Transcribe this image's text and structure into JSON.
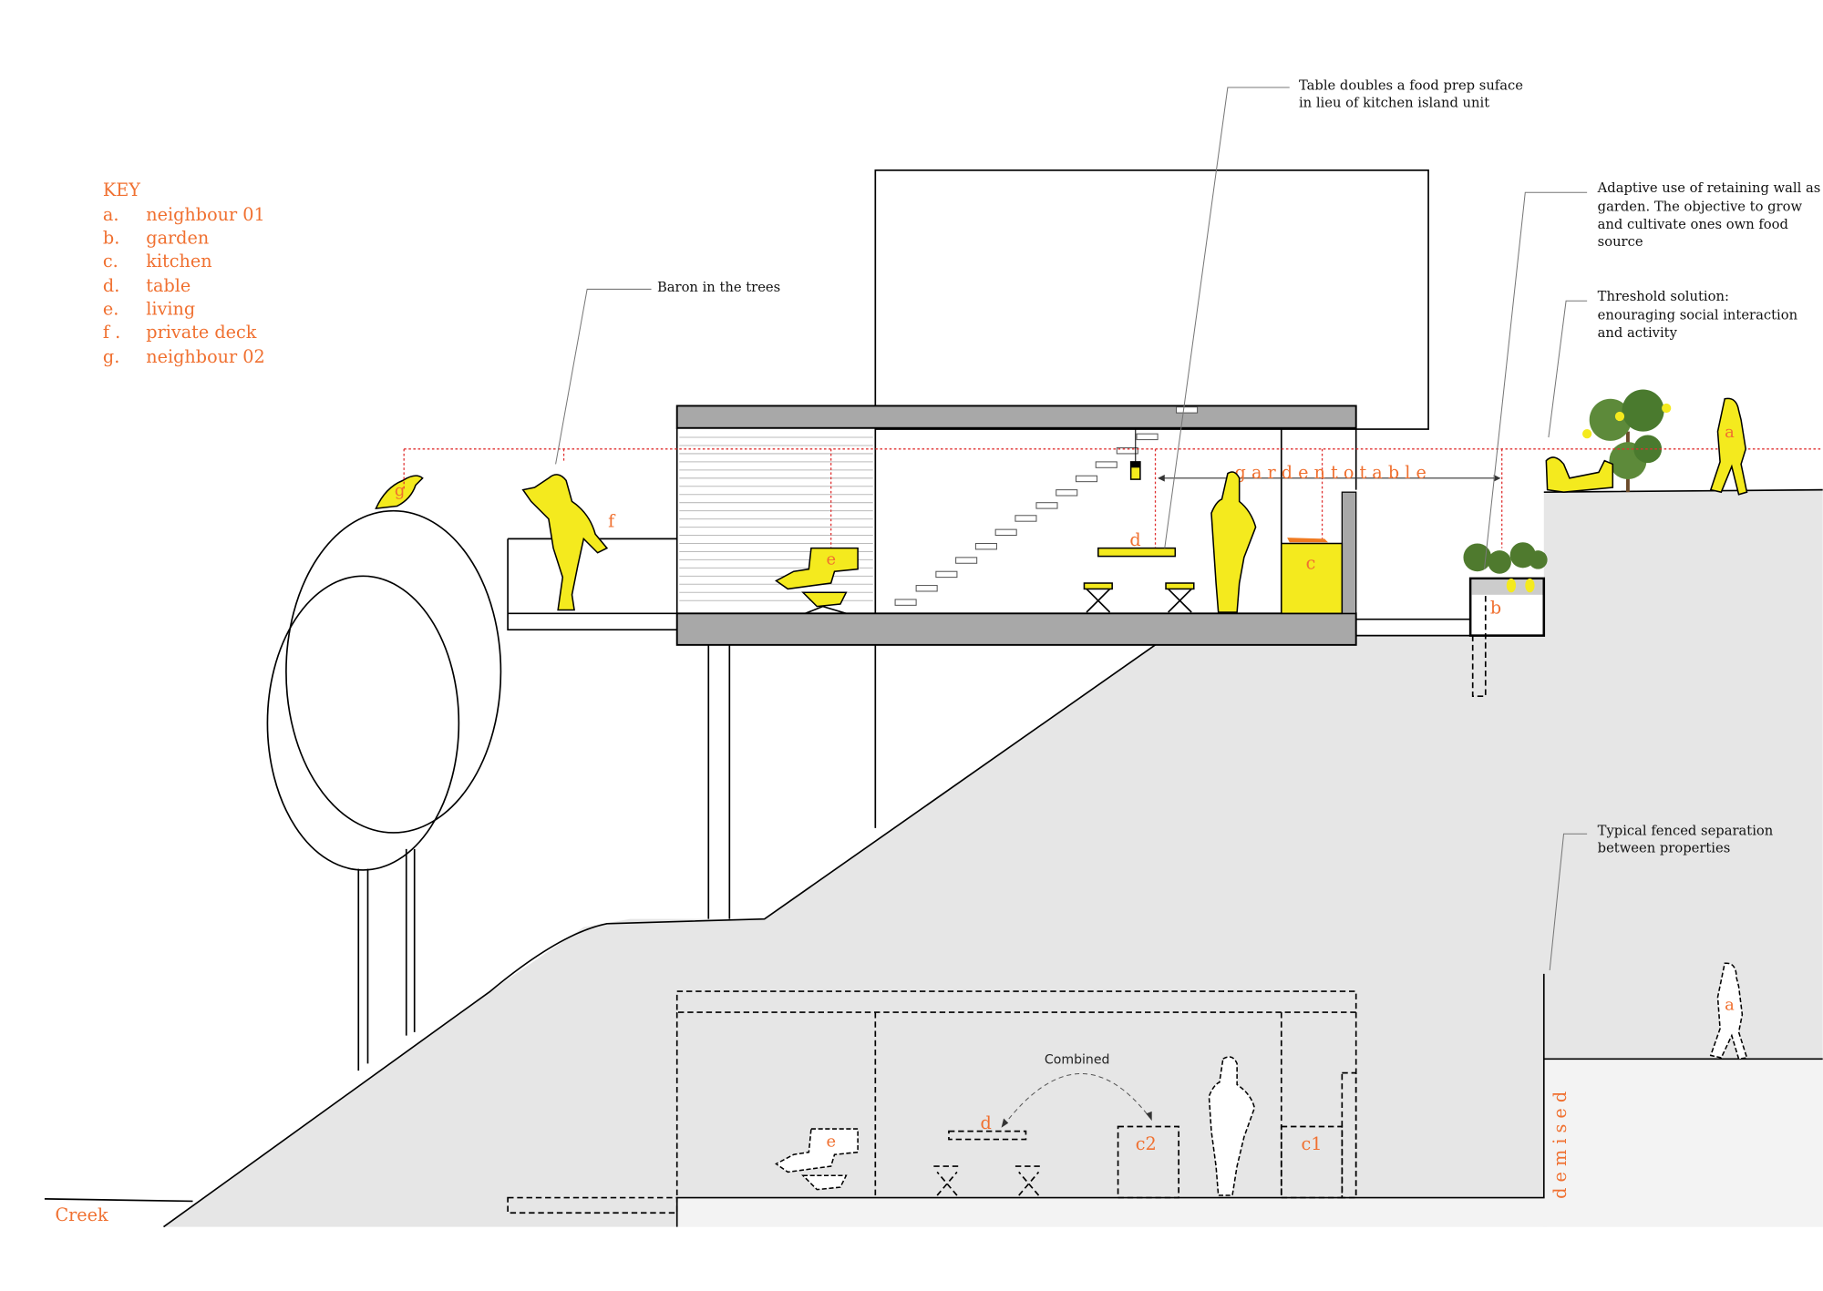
{
  "key": {
    "title": "KEY",
    "items": [
      {
        "letter": "a.",
        "label": "neighbour 01"
      },
      {
        "letter": "b.",
        "label": "garden"
      },
      {
        "letter": "c.",
        "label": "kitchen"
      },
      {
        "letter": "d.",
        "label": "table"
      },
      {
        "letter": "e.",
        "label": "living"
      },
      {
        "letter": "f .",
        "label": "private deck"
      },
      {
        "letter": "g.",
        "label": "neighbour 02"
      }
    ]
  },
  "annotations": {
    "baron": "Baron in the trees",
    "table_note": [
      "Table doubles a food prep suface",
      "in lieu of kitchen island unit"
    ],
    "retaining_wall": [
      "Adaptive use of retaining wall as",
      "garden. The objective to grow",
      "and cultivate ones own food",
      "source"
    ],
    "threshold": [
      "Threshold solution:",
      "enouraging social interaction",
      "and activity"
    ],
    "fence": [
      "Typical fenced separation",
      "between properties"
    ],
    "garden_to_table": "g a r d e n   t o   t a b l e",
    "combined": "Combined",
    "demised": "d e m i s e d",
    "creek": "Creek"
  },
  "labels": {
    "a": "a",
    "b": "b",
    "c": "c",
    "d": "d",
    "e": "e",
    "f": "f",
    "g": "g",
    "c1": "c1",
    "c2": "c2"
  },
  "colors": {
    "accent": "#f07030",
    "figure": "#f4ea1e",
    "ground": "#e6e6e6",
    "slab": "#a8a8a8"
  }
}
